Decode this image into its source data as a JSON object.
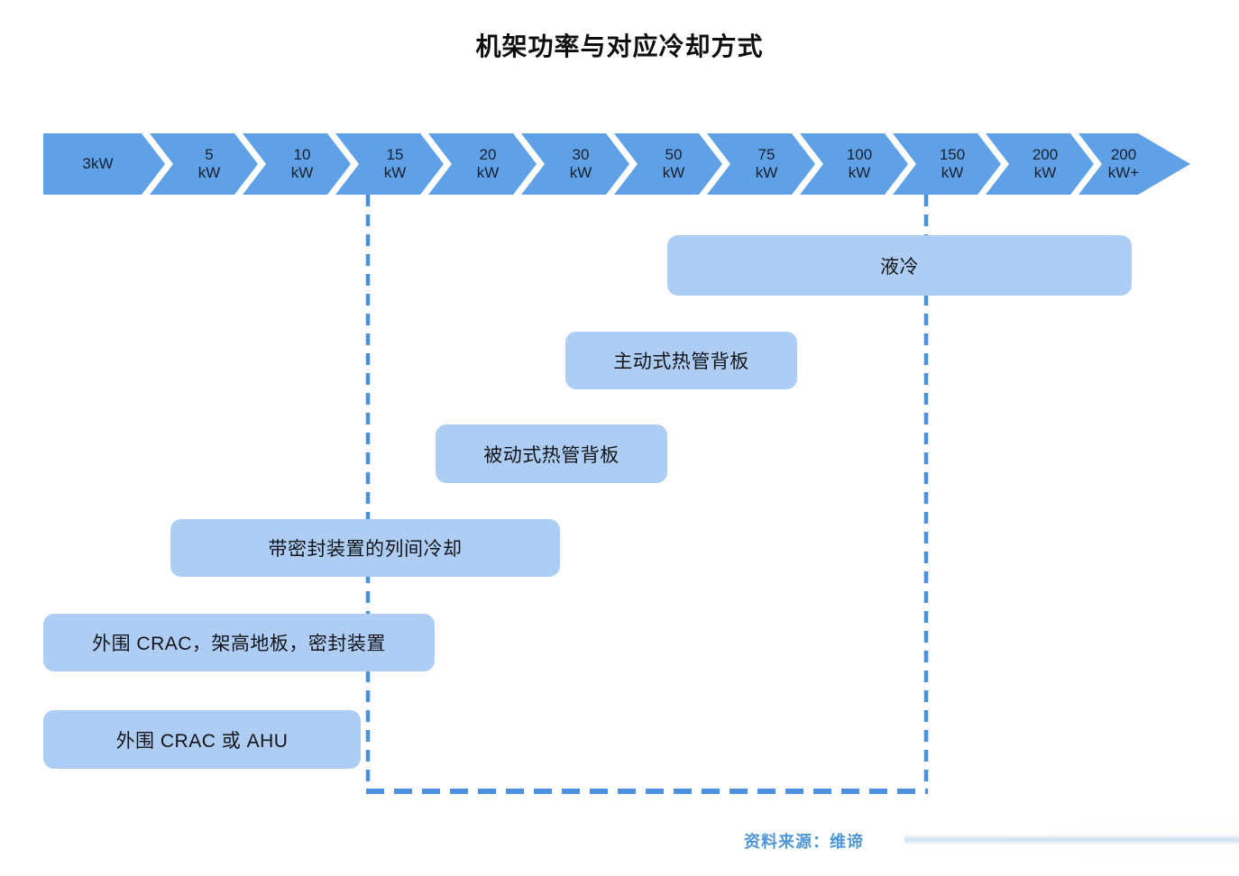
{
  "title": "机架功率与对应冷却方式",
  "timeline": {
    "segments": [
      {
        "line1": "3kW",
        "line2": ""
      },
      {
        "line1": "5",
        "line2": "kW"
      },
      {
        "line1": "10",
        "line2": "kW"
      },
      {
        "line1": "15",
        "line2": "kW"
      },
      {
        "line1": "20",
        "line2": "kW"
      },
      {
        "line1": "30",
        "line2": "kW"
      },
      {
        "line1": "50",
        "line2": "kW"
      },
      {
        "line1": "75",
        "line2": "kW"
      },
      {
        "line1": "100",
        "line2": "kW"
      },
      {
        "line1": "150",
        "line2": "kW"
      },
      {
        "line1": "200",
        "line2": "kW"
      },
      {
        "line1": "200",
        "line2": "kW+"
      }
    ]
  },
  "cooling_methods": [
    {
      "label": "液冷",
      "approx_range_kw": "50–200+"
    },
    {
      "label": "主动式热管背板",
      "approx_range_kw": "30–75"
    },
    {
      "label": "被动式热管背板",
      "approx_range_kw": "20–50"
    },
    {
      "label": "带密封装置的列间冷却",
      "approx_range_kw": "10–30"
    },
    {
      "label": "外围 CRAC，架高地板，密封装置",
      "approx_range_kw": "3–20"
    },
    {
      "label": "外围 CRAC 或 AHU",
      "approx_range_kw": "3–15"
    }
  ],
  "range_bracket": {
    "from_kw": "15",
    "to_kw": "150"
  },
  "source": {
    "prefix": "资料来源：",
    "name": "维谛"
  },
  "colors": {
    "arrow_blue": "#5FA0E6",
    "bar_blue": "#AECDF4",
    "dash_blue": "#4C91DF",
    "timeline_text": "#16202E",
    "source_text": "#4E96D8"
  }
}
